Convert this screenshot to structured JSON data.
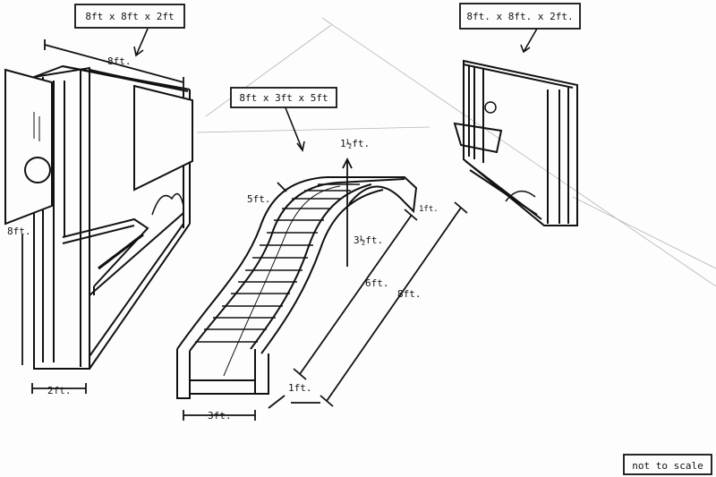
{
  "diagram": {
    "box_labels": {
      "left_unit": "8ft x 8ft x 2ft",
      "right_unit": "8ft. x 8ft. x 2ft.",
      "stair": "8ft x 3ft x 5ft"
    },
    "dimensions": {
      "left_top_width": "8ft.",
      "left_height": "8ft.",
      "left_depth": "2ft.",
      "stair_height": "5ft.",
      "stair_top": "1½ft.",
      "stair_arch": "3½ft.",
      "stair_end": "1ft.",
      "stair_mid": "6ft.",
      "stair_long": "8ft.",
      "stair_base_depth": "1ft.",
      "stair_base_width": "3ft."
    },
    "note": "not to scale"
  }
}
